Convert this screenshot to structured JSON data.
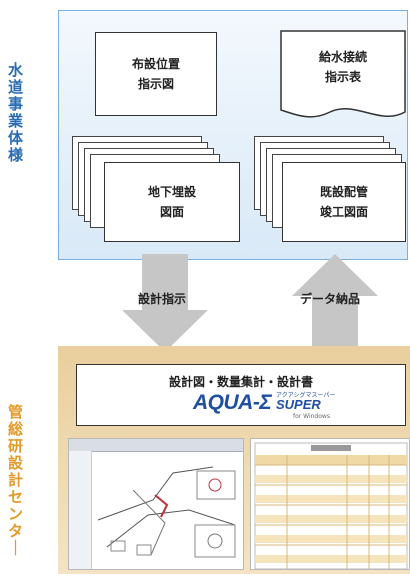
{
  "water_utility": {
    "label": "水道事業体様",
    "placement_doc": "布設位置\n指示図",
    "supply_doc": "給水接続\n指示表",
    "underground_doc": "地下埋設\n図面",
    "existing_doc": "既設配管\n竣工図面"
  },
  "flow": {
    "down_label": "設計指示",
    "up_label": "データ納品"
  },
  "design_center": {
    "label": "管総研設計センター",
    "deliverables": "設計図・数量集計・設計書",
    "logo_main": "AQUA-Σ",
    "logo_super": "SUPER",
    "logo_kana": "アクアシグマスーパー",
    "logo_sub": "for Windows"
  },
  "colors": {
    "blue_accent": "#2a6cb4",
    "orange_accent": "#e39a2a",
    "arrow_gray": "#c6c6c6",
    "logo_blue": "#1f4fa0"
  }
}
